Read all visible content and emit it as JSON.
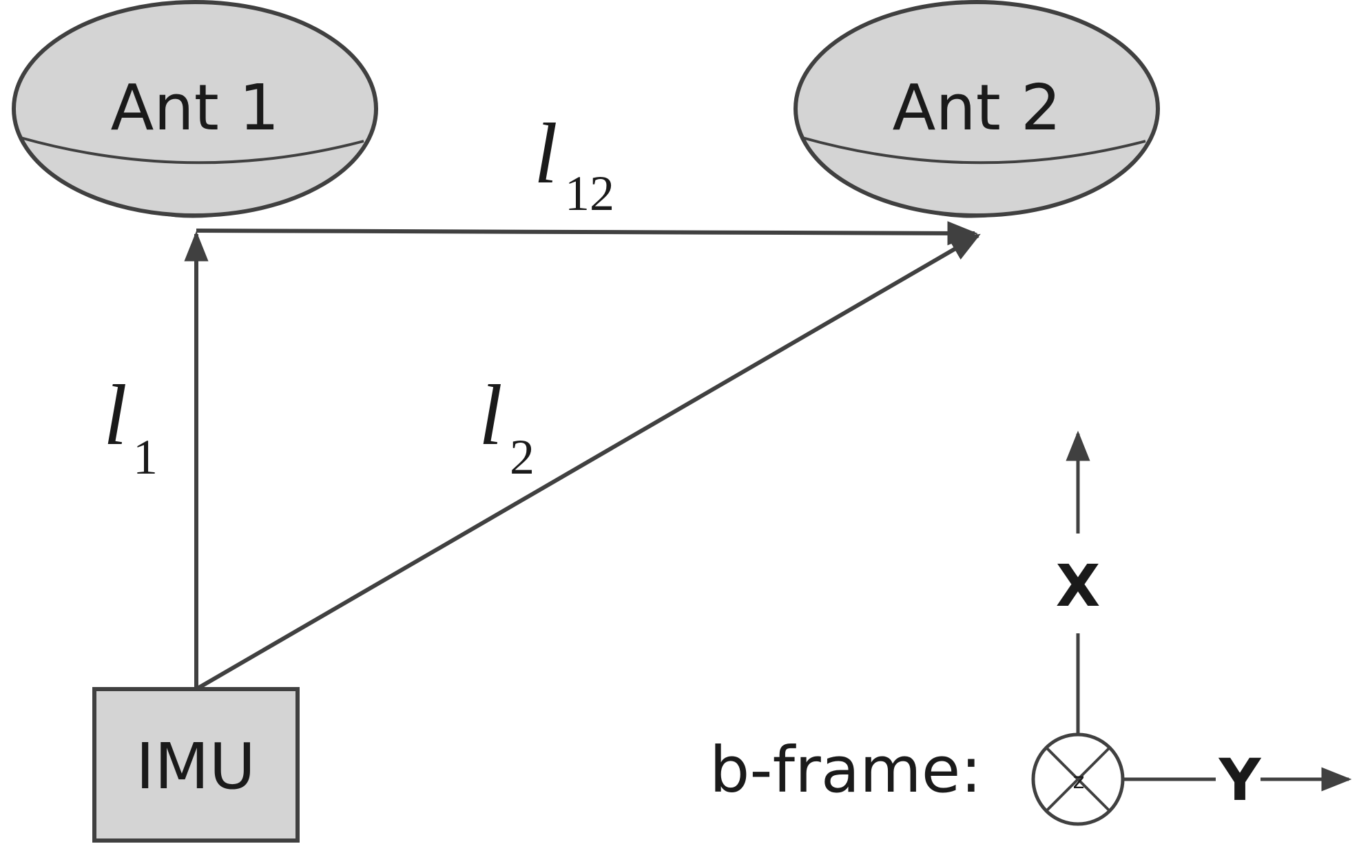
{
  "antennas": [
    {
      "label": "Ant 1"
    },
    {
      "label": "Ant 2"
    }
  ],
  "imu": {
    "label": "IMU"
  },
  "vectors": {
    "l1": {
      "symbol": "l",
      "subscript": "1"
    },
    "l2": {
      "symbol": "l",
      "subscript": "2"
    },
    "l12": {
      "symbol": "l",
      "subscript": "12"
    }
  },
  "frame": {
    "label": "b-frame:",
    "x_axis": "X",
    "y_axis": "Y",
    "z_axis": "z"
  },
  "colors": {
    "stroke": "#404040",
    "fill": "#d4d4d4",
    "text": "#1a1a1a"
  }
}
